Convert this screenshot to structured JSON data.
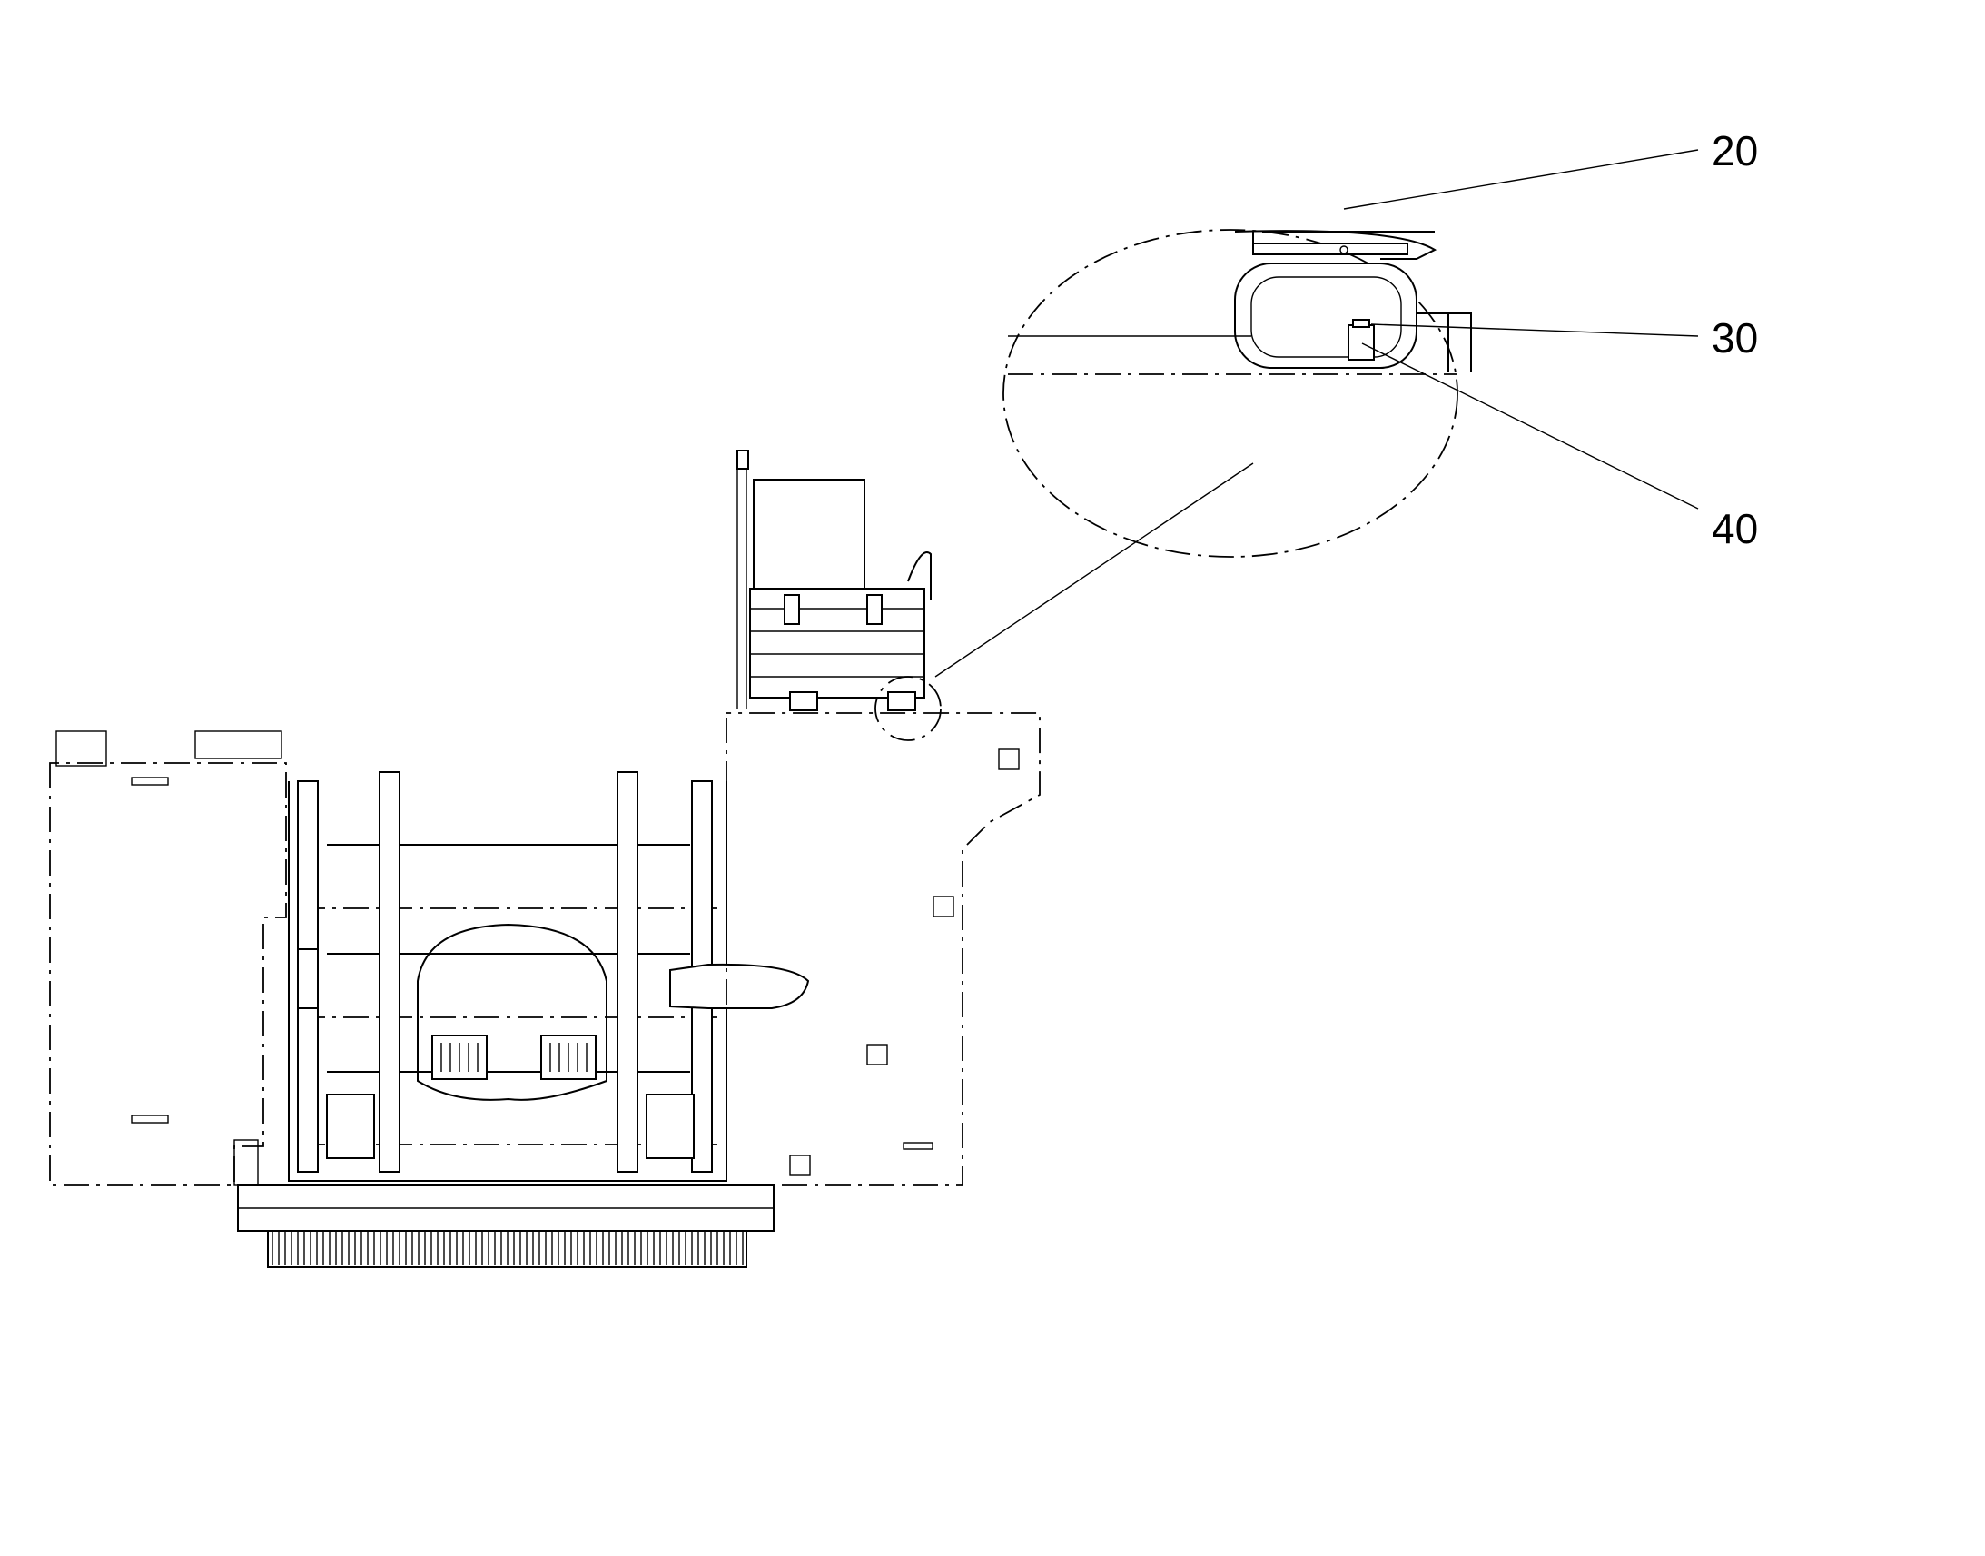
{
  "figure": {
    "labels": [
      {
        "id": "20",
        "text": "20"
      },
      {
        "id": "30",
        "text": "30"
      },
      {
        "id": "40",
        "text": "40"
      }
    ]
  }
}
